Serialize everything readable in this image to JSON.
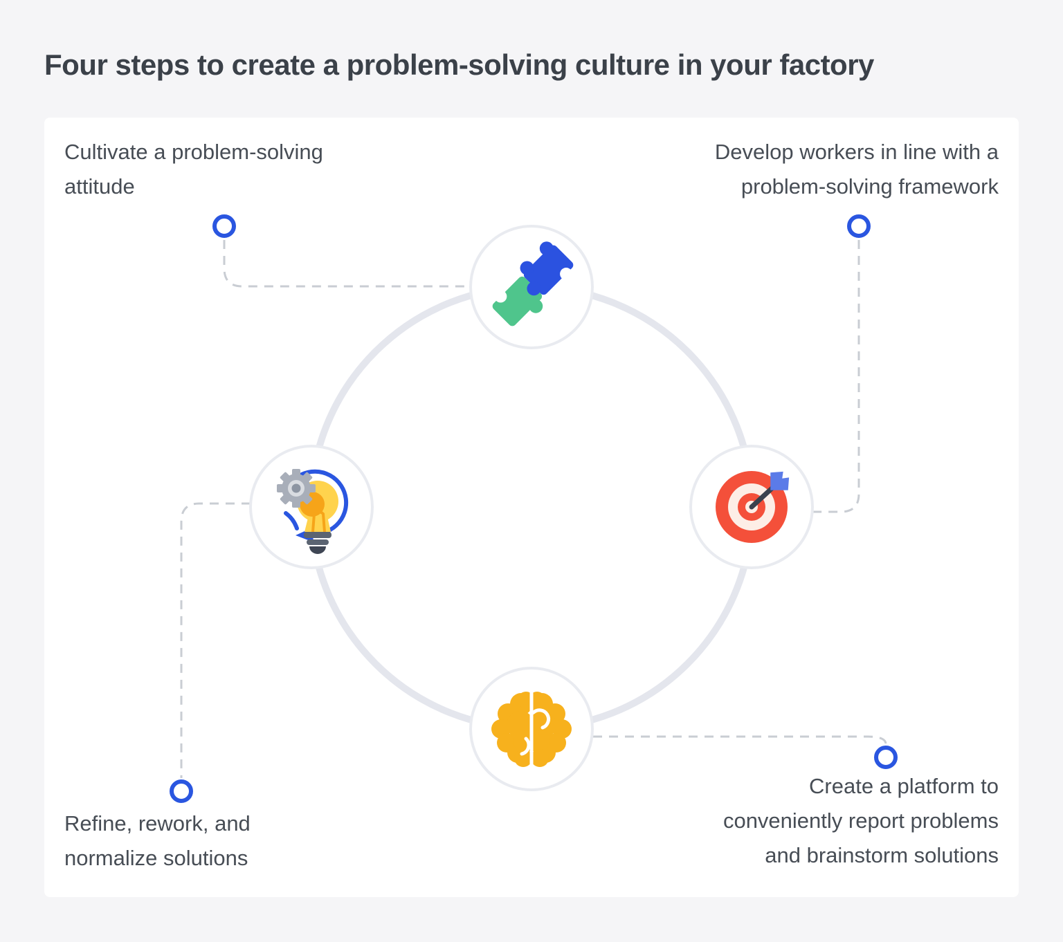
{
  "title": "Four steps to create a problem-solving culture in your factory",
  "steps": [
    {
      "id": "cultivate-attitude",
      "icon": "puzzle-icon",
      "label_lines": [
        "Cultivate a problem-solving",
        "attitude"
      ]
    },
    {
      "id": "develop-workers",
      "icon": "target-icon",
      "label_lines": [
        "Develop workers in line with a",
        "problem-solving framework"
      ]
    },
    {
      "id": "create-platform",
      "icon": "brain-icon",
      "label_lines": [
        "Create a platform to",
        "conveniently report problems",
        "and brainstorm solutions"
      ]
    },
    {
      "id": "refine-solutions",
      "icon": "lightbulb-gear-icon",
      "label_lines": [
        "Refine, rework, and",
        "normalize solutions"
      ]
    }
  ],
  "colors": {
    "page_bg": "#f5f5f7",
    "card_bg": "#ffffff",
    "title_color": "#3b4149",
    "text_color": "#474d55",
    "accent_blue": "#2a56e0",
    "dash_gray": "#c9cdd3",
    "ring_gray": "#e4e6ed",
    "node_border": "#e9ebf0",
    "puzzle_blue": "#2b52e0",
    "puzzle_green": "#4fc58c",
    "target_red": "#f4503a",
    "target_cream": "#fdeee6",
    "dart_blue": "#5b7be8",
    "dart_shaft": "#3a414d",
    "brain_yellow": "#f7b11d",
    "bulb_yellow": "#ffd34d",
    "bulb_orange": "#f6a419",
    "gear_gray": "#a8aeb9",
    "gear_light": "#d9dce1",
    "gear_core": "#8d95a2",
    "base_gray": "#5b6472",
    "base_dark": "#3f4654"
  }
}
